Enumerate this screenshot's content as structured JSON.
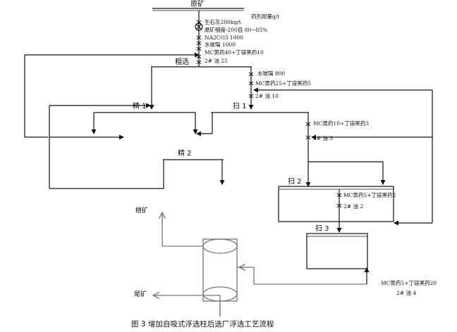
{
  "raw_ore": "原矿",
  "dosage_header": "药剂用量g/t",
  "feed_reagents": [
    "生石灰200kg/t",
    "磨矿细度-200目 80~85%",
    "NA2CO3  1000",
    "水玻璃  1000",
    "MC黄药40+丁铵黑药10",
    "2# 油  25"
  ],
  "rougher": {
    "label": "粗选",
    "reagents": [
      "水玻璃  800",
      "MC黄药25+丁铵黑药5",
      "2# 油  10"
    ]
  },
  "cleaner1": {
    "label": "精 1"
  },
  "cleaner2": {
    "label": "精 2"
  },
  "scav1": {
    "label": "扫 1",
    "reagents": [
      "MC黄药10+丁铵黑药3",
      "2# 油  3"
    ]
  },
  "scav2": {
    "label": "扫 2",
    "reagents": [
      "MC黄药5+丁铵黑药2",
      "2# 油  2"
    ]
  },
  "scav3": {
    "label": "扫 3"
  },
  "column_reagents": [
    "MC黄药5+丁铵黑药20",
    "2# 油  4"
  ],
  "concentrate": "精矿",
  "tailings": "尾矿",
  "caption": "图 3    增加自吸式浮选柱后选厂浮选工艺流程",
  "colors": {
    "line": "#111111",
    "gray_line": "#777777"
  }
}
